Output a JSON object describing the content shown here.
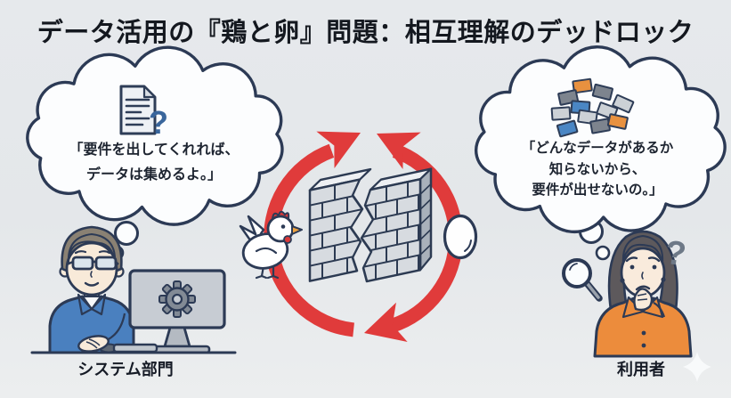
{
  "title": "データ活用の『鶏と卵』問題：相互理解のデッドロック",
  "left_bubble": {
    "icon": "document-question-icon",
    "icon_question": "?",
    "lines": [
      "「要件を出してくれれば、",
      "データは集めるよ。」"
    ]
  },
  "right_bubble": {
    "icon": "scattered-data-icon",
    "lines": [
      "「どんなデータがあるか",
      "知らないから、",
      "要件が出せないの。」"
    ]
  },
  "left_actor": {
    "label": "システム部門"
  },
  "right_actor": {
    "label": "利用者",
    "question_mark": "?"
  },
  "center": {
    "icons": [
      "cycle-arrows-icon",
      "chicken-icon",
      "egg-icon",
      "cracked-wall-icon"
    ]
  },
  "colors": {
    "background": "#e6e9ec",
    "navy_outline": "#2c3a55",
    "accent_red": "#e03b3b",
    "blue_shirt": "#4a80bf",
    "orange_shirt": "#ec8c3c",
    "brick_gray": "#d7dbe0",
    "bubble_fill": "#fcfdfe"
  }
}
